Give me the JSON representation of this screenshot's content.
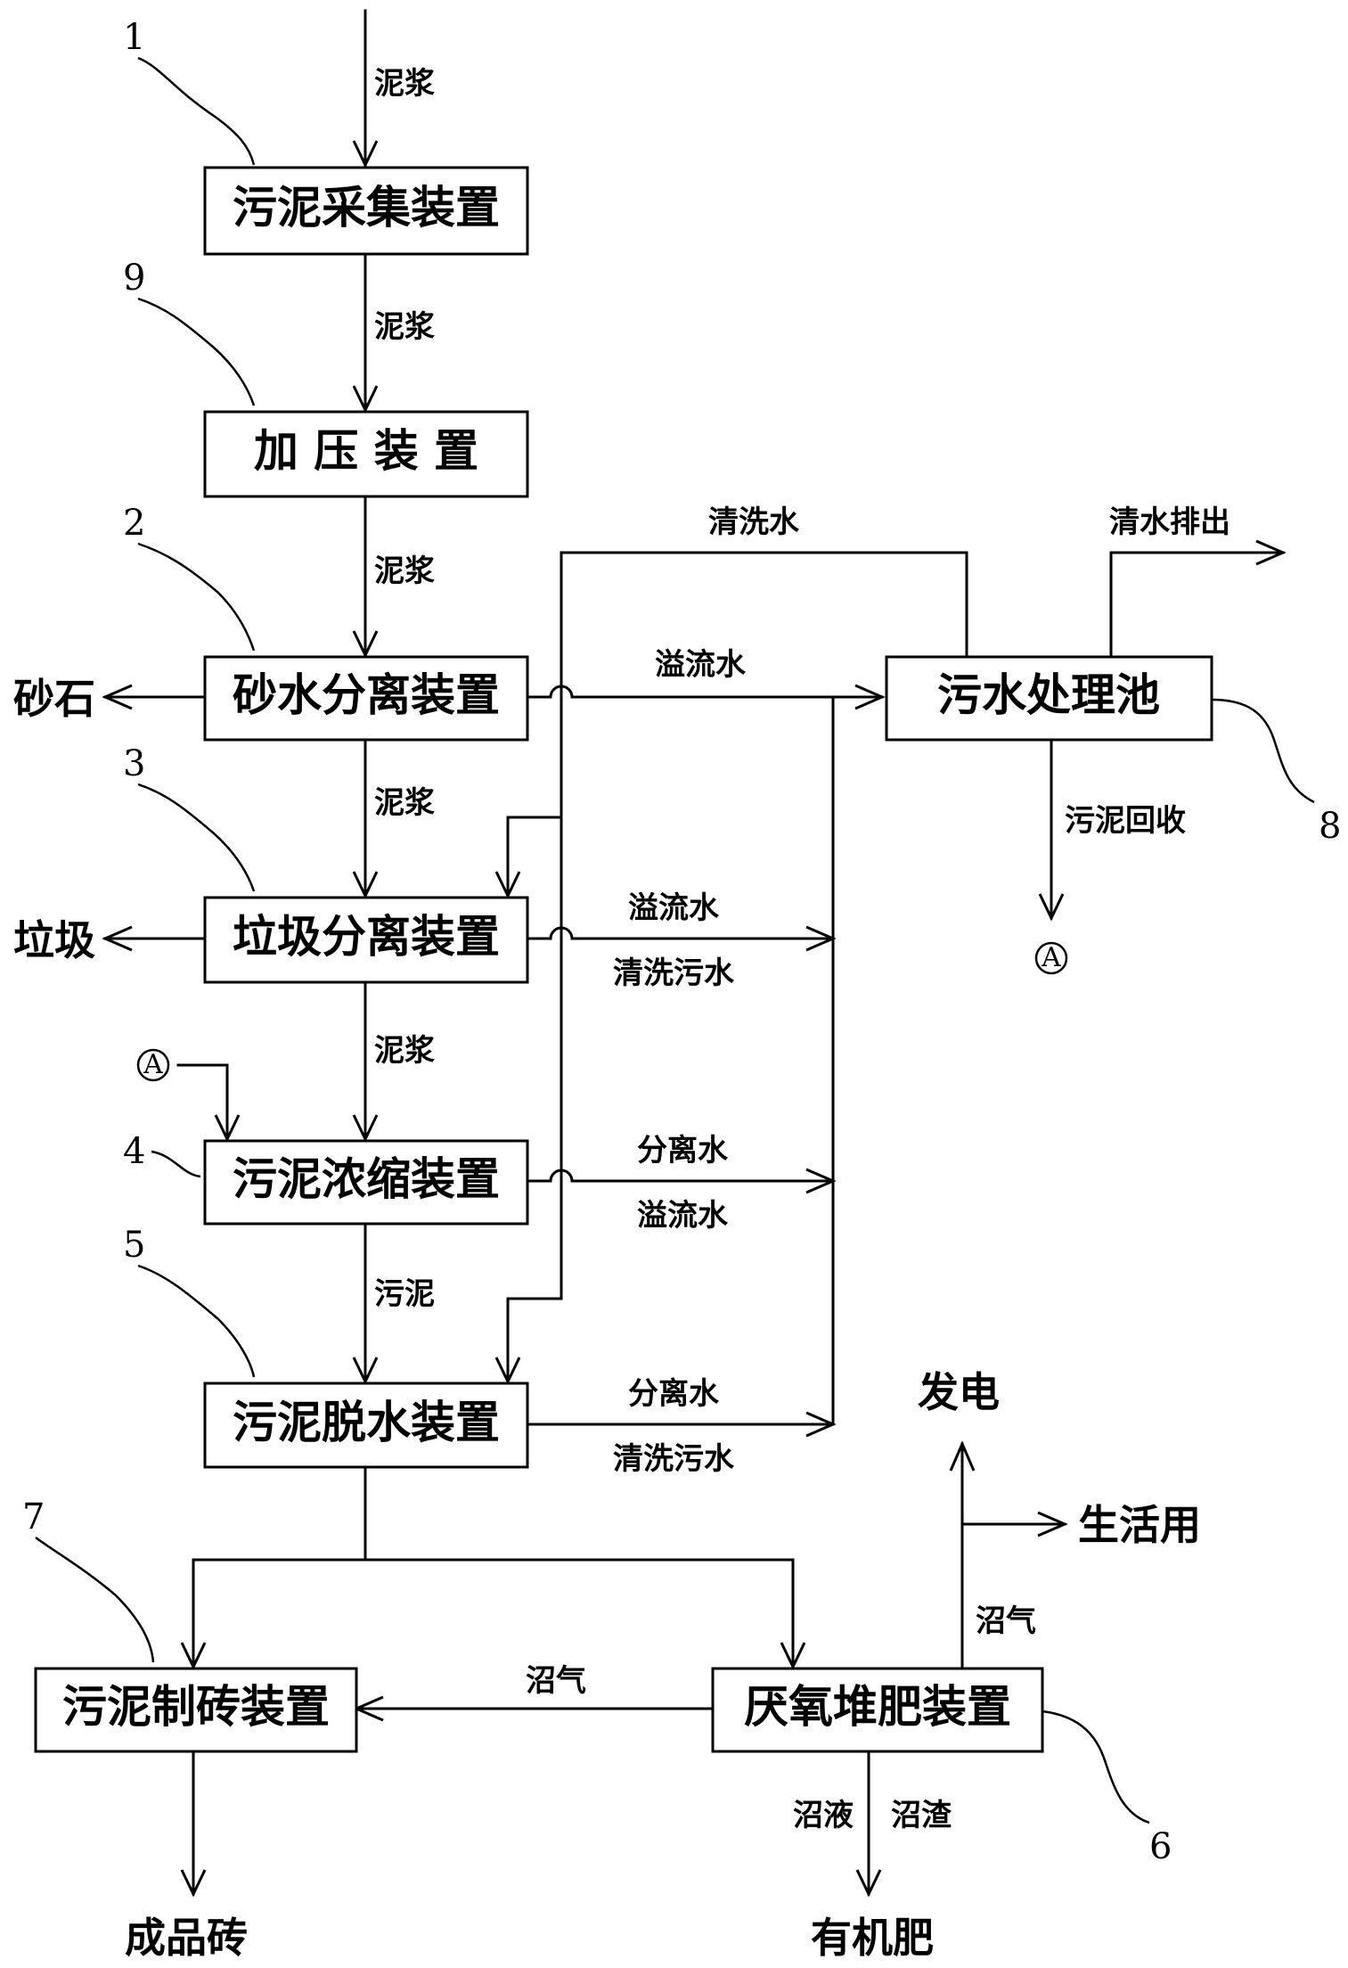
{
  "boxes": {
    "collect": "污泥采集装置",
    "pressure": "加 压 装 置",
    "sand_water": "砂水分离装置",
    "garbage": "垃圾分离装置",
    "thicken": "污泥浓缩装置",
    "dewater": "污泥脱水装置",
    "brick": "污泥制砖装置",
    "anaerobic": "厌氧堆肥装置",
    "sewage_pool": "污水处理池"
  },
  "numbers": {
    "n1": "1",
    "n9": "9",
    "n2": "2",
    "n3": "3",
    "n4": "4",
    "n5": "5",
    "n7": "7",
    "n6": "6",
    "n8": "8"
  },
  "labels": {
    "slurry": "泥浆",
    "sludge": "污泥",
    "wash_water": "清洗水",
    "overflow_water": "溢流水",
    "wash_sewage": "清洗污水",
    "separated_water": "分离水",
    "clean_water_out": "清水排出",
    "sludge_recycle": "污泥回收",
    "biogas": "沼气",
    "biogas_liquid": "沼液",
    "biogas_residue": "沼渣"
  },
  "outputs": {
    "sand": "砂石",
    "garbage": "垃圾",
    "power": "发电",
    "domestic": "生活用",
    "finished_brick": "成品砖",
    "fertilizer": "有机肥"
  },
  "connector": "A"
}
